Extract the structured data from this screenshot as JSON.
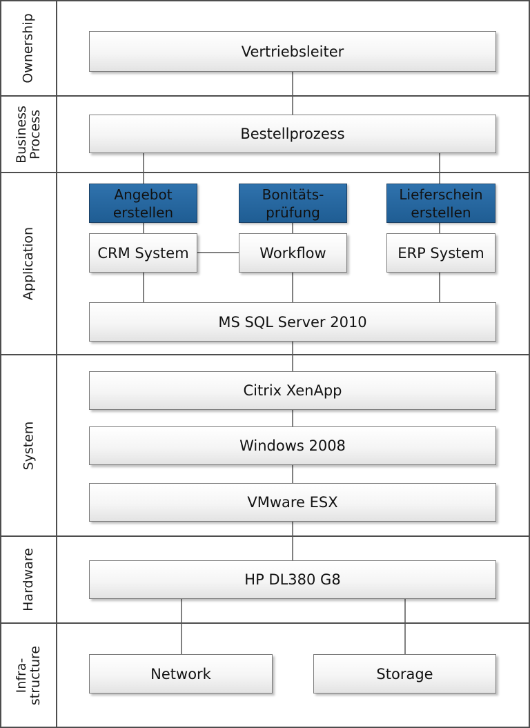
{
  "lanes": {
    "ownership": "Ownership",
    "business_process": "Business\nProcess",
    "application": "Application",
    "system": "System",
    "hardware": "Hardware",
    "infrastructure": "Infra-\nstructure"
  },
  "ownership": {
    "owner": "Vertriebsleiter"
  },
  "business_process": {
    "process": "Bestellprozess"
  },
  "application": {
    "functions": [
      "Angebot\nerstellen",
      "Bonitäts-\nprüfung",
      "Lieferschein\nerstellen"
    ],
    "systems": [
      "CRM System",
      "Workflow",
      "ERP System"
    ],
    "database": "MS SQL Server 2010"
  },
  "system": {
    "layers": [
      "Citrix XenApp",
      "Windows 2008",
      "VMware ESX"
    ]
  },
  "hardware": {
    "server": "HP DL380 G8"
  },
  "infrastructure": {
    "network": "Network",
    "storage": "Storage"
  },
  "colors": {
    "function_fill": "#1f5d93",
    "box_border": "#7a7a7a",
    "frame": "#4d4d4d"
  }
}
